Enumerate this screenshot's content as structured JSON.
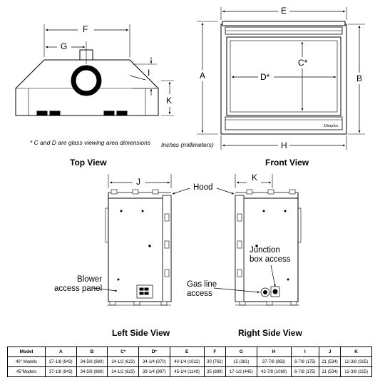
{
  "top_view": {
    "title": "Top View",
    "dim_f": "F",
    "dim_g": "G",
    "dim_i": "I",
    "dim_k": "K",
    "note": "* C and D are glass viewing area dimensions"
  },
  "front_view": {
    "title": "Front View",
    "dim_a": "A",
    "dim_b": "B",
    "dim_c": "C*",
    "dim_d": "D*",
    "dim_e": "E",
    "dim_h": "H",
    "units_note": "Inches (millimeters)"
  },
  "left_side_view": {
    "title": "Left Side View",
    "dim_j": "J",
    "blower_label": "Blower\naccess panel"
  },
  "right_side_view": {
    "title": "Right Side View",
    "dim_k": "K",
    "hood_label": "Hood",
    "gas_label": "Gas line\naccess",
    "junction_label": "Junction\nbox access"
  },
  "table": {
    "headers": [
      "Model",
      "A",
      "B",
      "C*",
      "D*",
      "E",
      "F",
      "G",
      "H",
      "I",
      "J",
      "K"
    ],
    "rows": [
      [
        "40\" Models",
        "37-1/8 (943)",
        "34-5/8 (880)",
        "24-1/2 (623)",
        "34-1/4 (870)",
        "40-1/4 (1022)",
        "30 (762)",
        "15 (381)",
        "37-7/8 (962)",
        "6-7/8 (175)",
        "21 (534)",
        "12-3/8 (315)"
      ],
      [
        "45\"Models",
        "37-1/8 (943)",
        "34-5/8 (880)",
        "24-1/2 (623)",
        "39-1/4 (997)",
        "45-1/4 (1149)",
        "35 (889)",
        "17-1/2 (445)",
        "42-7/8 (1089)",
        "6-7/8 (175)",
        "21 (534)",
        "12-3/8 (315)"
      ]
    ]
  }
}
